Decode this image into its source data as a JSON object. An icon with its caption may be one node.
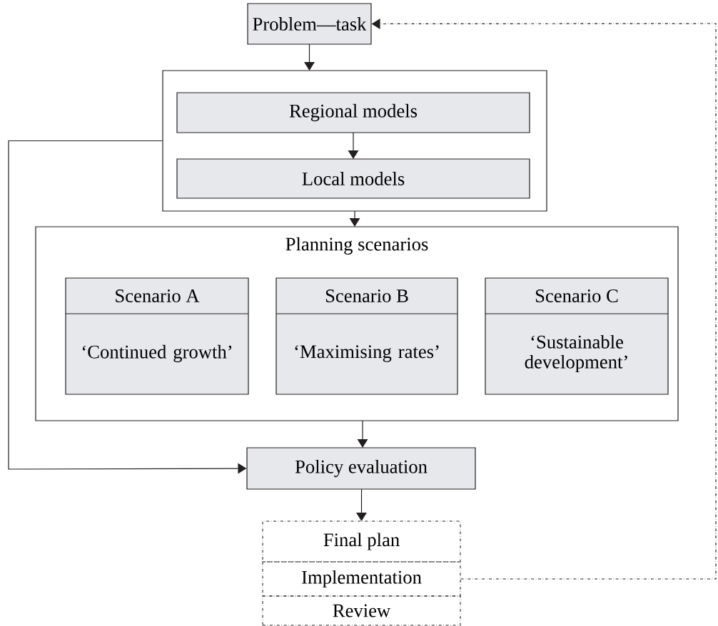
{
  "diagram": {
    "nodes": [
      {
        "text": [
          "Problem—task"
        ]
      },
      {
        "text": [],
        "shape": "box"
      },
      {
        "text": [
          "Regional models"
        ],
        "in": 1
      },
      {
        "text": [
          "Local models"
        ],
        "in": 1
      },
      {
        "text": [
          "Planning scenarios"
        ]
      },
      {
        "text": [
          "Scenario A",
          "‘Continued growth’"
        ],
        "in": 4
      },
      {
        "text": [
          "Scenario B",
          "‘Maximising rates’"
        ],
        "in": 4
      },
      {
        "text": [
          "Scenario C",
          "‘Sustainable development’"
        ],
        "in": 4
      },
      {
        "text": [
          "Policy evaluation"
        ]
      },
      {
        "text": [
          "Final plan"
        ]
      },
      {
        "text": [
          "Implementation"
        ]
      },
      {
        "text": [
          "Review"
        ]
      }
    ],
    "edges": [
      {
        "from": 0,
        "to": 1,
        "arrow": "to"
      },
      {
        "from": 2,
        "to": 3,
        "arrow": "to"
      },
      {
        "from": 1,
        "to": 4,
        "arrow": "to"
      },
      {
        "from": 1,
        "to": 8,
        "arrow": "to"
      },
      {
        "from": 4,
        "to": 8,
        "arrow": "to"
      },
      {
        "from": 8,
        "to": 9,
        "arrow": "to"
      },
      {
        "from": 10,
        "to": 0,
        "arrow": "to",
        "style": "dashed"
      }
    ]
  }
}
